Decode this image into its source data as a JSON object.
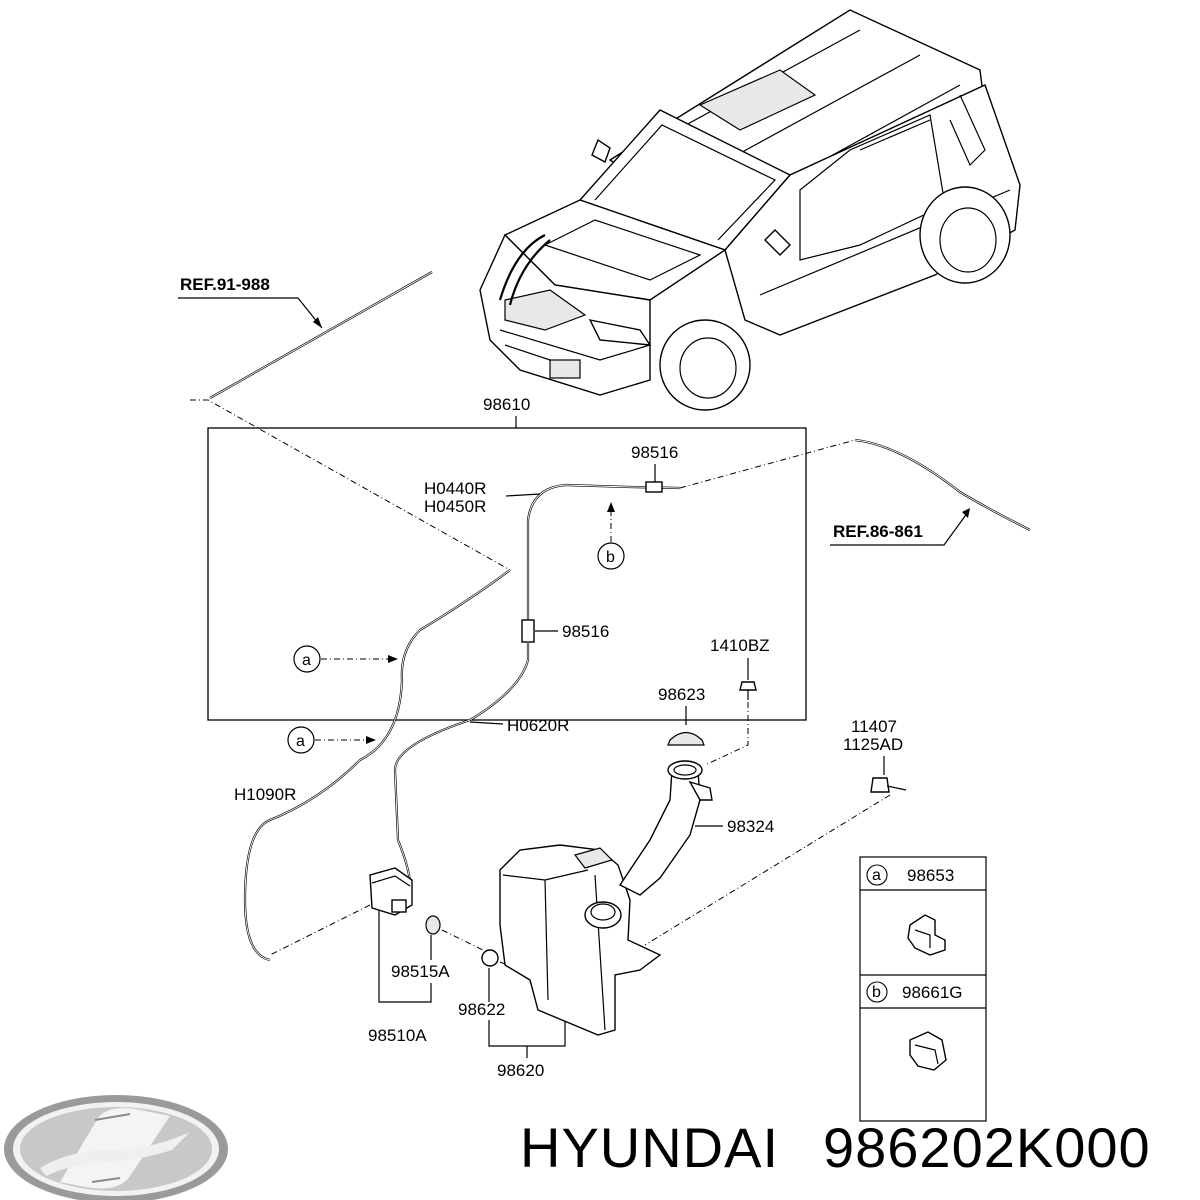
{
  "labels": {
    "ref_91_988": "REF.91-988",
    "ref_86_861": "REF.86-861",
    "p98610": "98610",
    "p98516_top": "98516",
    "h0440r": "H0440R",
    "h0450r": "H0450R",
    "p98516_mid": "98516",
    "p1410bz": "1410BZ",
    "p98623": "98623",
    "h0620r": "H0620R",
    "p11407": "11407",
    "p1125ad": "1125AD",
    "h1090r": "H1090R",
    "p98324": "98324",
    "p98515a": "98515A",
    "p98622": "98622",
    "p98510a": "98510A",
    "p98620": "98620"
  },
  "callouts": {
    "a": "a",
    "b": "b"
  },
  "legend": {
    "row_a_letter": "a",
    "row_a_part": "98653",
    "row_b_letter": "b",
    "row_b_part": "98661G"
  },
  "caption": {
    "brand": "HYUNDAI",
    "part_number": "986202K000"
  }
}
